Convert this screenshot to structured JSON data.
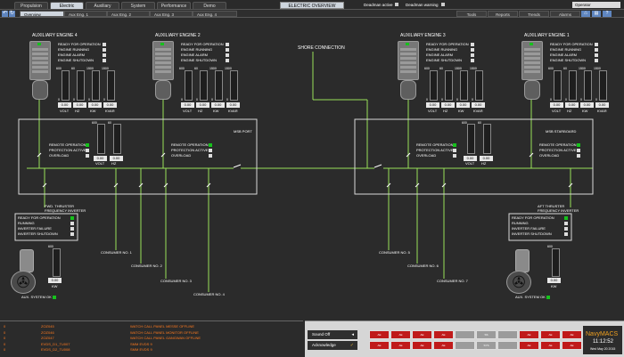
{
  "topbar": {
    "tabs": [
      "Propulsion",
      "Electric",
      "Auxiliary",
      "System",
      "Performance",
      "Demo"
    ],
    "title": "ELECTRIC OVERVIEW",
    "deadman_active": "Deadman active",
    "deadman_warning": "Deadman warning",
    "user": "Operator"
  },
  "subbar": {
    "tabs": [
      "Overview",
      "Aux Eng. 1",
      "Aux Eng. 2",
      "Aux Eng. 3",
      "Aux Eng. 4"
    ],
    "buttons": [
      "Tools",
      "Reports",
      "Trends",
      "Alarms"
    ]
  },
  "engines": [
    {
      "title": "AUXILIARY ENGINE 4",
      "gauges": [
        "VOLT",
        "HZ",
        "KW",
        "KVAR"
      ],
      "values": [
        "0.00",
        "0.00",
        "0.00",
        "0.00"
      ]
    },
    {
      "title": "AUXILIARY ENGINE 2",
      "gauges": [
        "VOLT",
        "HZ",
        "KW",
        "KVAR"
      ],
      "values": [
        "0.00",
        "0.00",
        "0.00",
        "0.00"
      ]
    },
    {
      "title": "AUXILIARY ENGINE 3",
      "gauges": [
        "VOLT",
        "HZ",
        "KW",
        "KVAR"
      ],
      "values": [
        "0.00",
        "0.00",
        "0.00",
        "0.00"
      ]
    },
    {
      "title": "AUXILIARY ENGINE 1",
      "gauges": [
        "VOLT",
        "HZ",
        "KW",
        "KVAR"
      ],
      "values": [
        "0.00",
        "0.00",
        "0.00",
        "0.00"
      ]
    }
  ],
  "engine_status": [
    "READY FOR OPERATION",
    "ENGINE RUNNING",
    "ENGINE ALARM",
    "ENGINE SHUTDOWN"
  ],
  "gauge_scale": {
    "max": [
      "600",
      "60",
      "1500",
      "1500"
    ],
    "min": [
      "0",
      "0",
      "0",
      "0"
    ]
  },
  "busbars": [
    {
      "title": "MSB PORT",
      "values": [
        "0.00",
        "0.00"
      ],
      "units": [
        "VOLT",
        "HZ"
      ],
      "max": [
        "600",
        "60"
      ]
    },
    {
      "title": "MSB STARBOARD",
      "values": [
        "0.00",
        "0.00"
      ],
      "units": [
        "VOLT",
        "HZ"
      ],
      "max": [
        "600",
        "60"
      ]
    }
  ],
  "busbar_status": [
    "REMOTE OPERATION",
    "PROTECTION ACTIVE",
    "OVERLOAD"
  ],
  "shore": "SHORE CONNECTION",
  "thrusters": [
    {
      "title": [
        "FWD. THRUSTER",
        "FREQUENCY INVERTER"
      ],
      "value": "0.00",
      "unit": "KW",
      "max": "600"
    },
    {
      "title": [
        "AFT THRUSTER",
        "FREQUENCY INVERTER"
      ],
      "value": "0.00",
      "unit": "KW",
      "max": "600"
    }
  ],
  "thruster_status": [
    "READY FOR OPERATION",
    "RUNNING",
    "INVERTER FAILURE",
    "INVERTER SHUTDOWN"
  ],
  "aux_system": "AUX. SYSTEM OK",
  "consumers": [
    "CONSUMER NO. 1",
    "CONSUMER NO. 2",
    "CONSUMER NO. 3",
    "CONSUMER NO. 4",
    "CONSUMER NO. 5",
    "CONSUMER NO. 6",
    "CONSUMER NO. 7"
  ],
  "alarms": [
    {
      "a": "0",
      "b": "ZOZ045",
      "c": "WATCH CALL PANEL MESSE OFFLINE"
    },
    {
      "a": "0",
      "b": "ZOZ046",
      "c": "WATCH CALL PANEL MONITOR OFFLINE"
    },
    {
      "a": "0",
      "b": "ZOZ047",
      "c": "WATCH CALL PANEL GANGWAN OFFLINE"
    },
    {
      "a": "0",
      "b": "EVDS_D1_TU007",
      "c": "SMM EVDS 9"
    },
    {
      "a": "0",
      "b": "EVDS_D2_TU008",
      "c": "SMM EVDS 9"
    }
  ],
  "footer": {
    "sound_off": "Sound Off",
    "acknowledge": "Acknowledge",
    "cards_top": [
      "AE",
      "AE",
      "AE",
      "AE",
      "",
      "SS",
      "",
      "AE",
      "AE",
      "AE"
    ],
    "cards_bottom": [
      "AE",
      "AE",
      "AE",
      "AE",
      "",
      "SYS",
      "",
      "AE",
      "AE",
      "AE"
    ],
    "brand": "NavyMACS",
    "time": "11:12:52",
    "date": "Wed May 20 2015"
  },
  "colors": {
    "line": "#9ae05a",
    "bg": "#2b2b2b",
    "alarm": "#c01a1a",
    "ok": "#16c21c"
  }
}
